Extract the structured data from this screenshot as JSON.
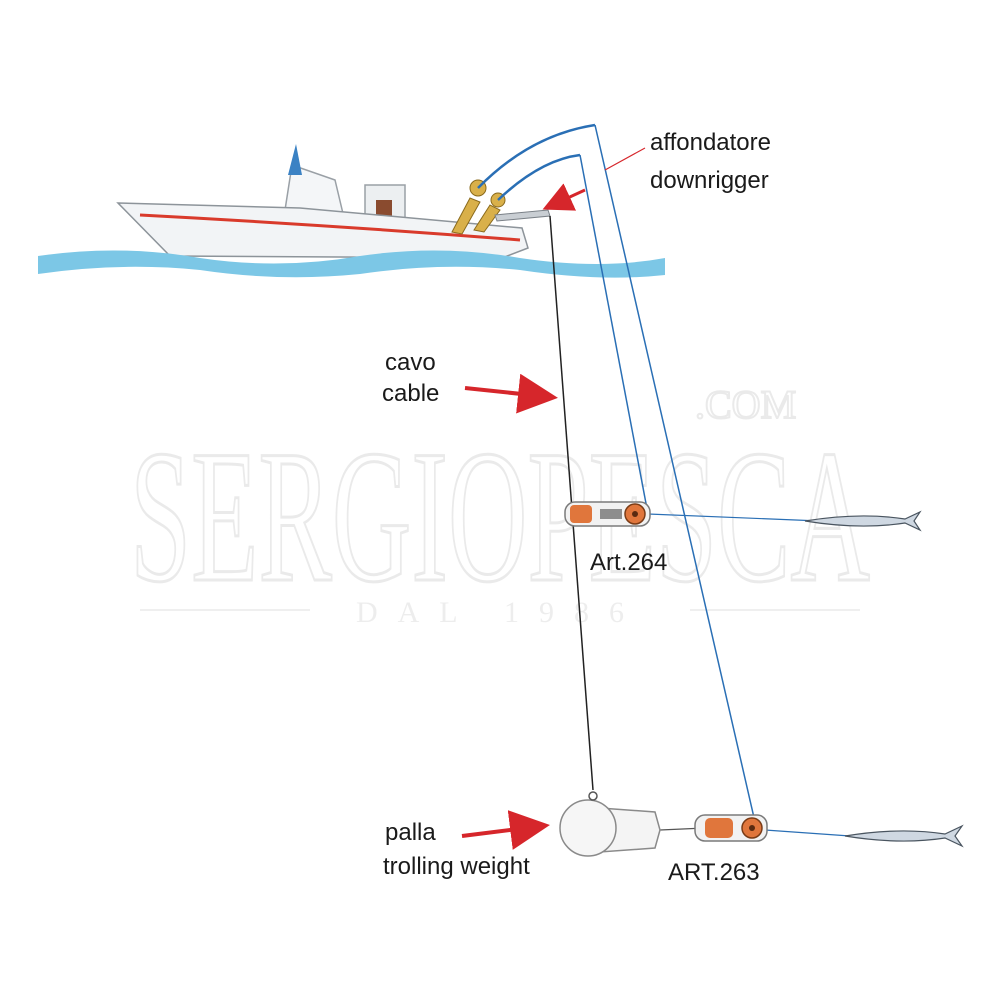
{
  "labels": {
    "affondatore": "affondatore",
    "downrigger": "downrigger",
    "cavo": "cavo",
    "cable": "cable",
    "palla": "palla",
    "trolling_weight": "trolling weight",
    "art264": "Art.264",
    "art263": "ART.263"
  },
  "watermark": {
    "brand": "SERGIOPESCA",
    "domain": ".COM",
    "since": "DAL 1986"
  },
  "colors": {
    "water": "#7cc7e6",
    "line_blue": "#2a6fb5",
    "cable_black": "#222222",
    "arrow_red": "#d6262b",
    "boat_stripe": "#d93a2b",
    "release_orange": "#e0763c",
    "rod_gold": "#d9b04a"
  }
}
